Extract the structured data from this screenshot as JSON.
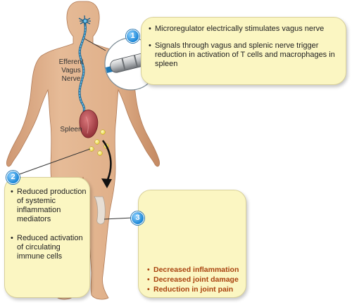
{
  "labels": {
    "nerve": [
      "Efferent",
      "Vagus",
      "Nerve"
    ],
    "spleen": "Spleen"
  },
  "callouts": [
    {
      "number": "1",
      "bullets": [
        "Microregulator electrically stimulates vagus nerve",
        "Signals through vagus and splenic nerve trigger reduction in activation of T cells and macrophages in spleen"
      ]
    },
    {
      "number": "2",
      "bullets": [
        "Reduced production of systemic inflammation mediators",
        "Reduced activation of circulating immune cells"
      ]
    },
    {
      "number": "3",
      "bullets": [
        "Decreased inflammation",
        "Decreased joint damage",
        "Reduction in joint pain"
      ]
    }
  ],
  "colors": {
    "skin": "#e2b48f",
    "skin_shadow": "#c98e66",
    "callout_fill": "#fbf6c2",
    "badge": "#1b86d6",
    "nerve": "#2b8fc4",
    "spleen": "#b5474d",
    "outcome_text": "#a8420e"
  },
  "icons": [
    "microregulator-device-icon",
    "spleen-icon",
    "knee-joint-icon",
    "immune-cells-icon",
    "arrow-icon"
  ]
}
